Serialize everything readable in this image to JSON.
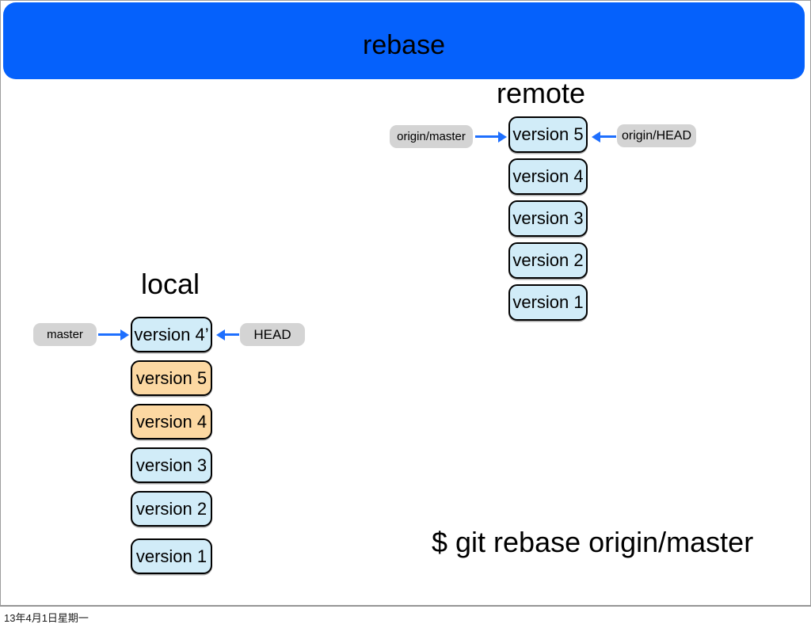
{
  "colors": {
    "title-blue": "#0561fc",
    "arrow-blue": "#1e6ffe",
    "box-blue": "#d1ecf8",
    "box-orange": "#fcd8a2",
    "label-gray": "#d4d4d4",
    "frame-gray": "#9c9c9c"
  },
  "title": "rebase",
  "remote": {
    "heading": "remote",
    "left_label": "origin/master",
    "right_label": "origin/HEAD",
    "boxes": [
      {
        "label": "version 5",
        "variant": "blue"
      },
      {
        "label": "version 4",
        "variant": "blue"
      },
      {
        "label": "version 3",
        "variant": "blue"
      },
      {
        "label": "version 2",
        "variant": "blue"
      },
      {
        "label": "version 1",
        "variant": "blue"
      }
    ]
  },
  "local": {
    "heading": "local",
    "left_label": "master",
    "right_label": "HEAD",
    "boxes": [
      {
        "label": "version 4’",
        "variant": "blue"
      },
      {
        "label": "version 5",
        "variant": "orange"
      },
      {
        "label": "version 4",
        "variant": "orange"
      },
      {
        "label": "version 3",
        "variant": "blue"
      },
      {
        "label": "version 2",
        "variant": "blue"
      },
      {
        "label": "version 1",
        "variant": "blue"
      }
    ]
  },
  "command": "$ git rebase origin/master",
  "footer": {
    "date": "13年4月1日星期一"
  }
}
